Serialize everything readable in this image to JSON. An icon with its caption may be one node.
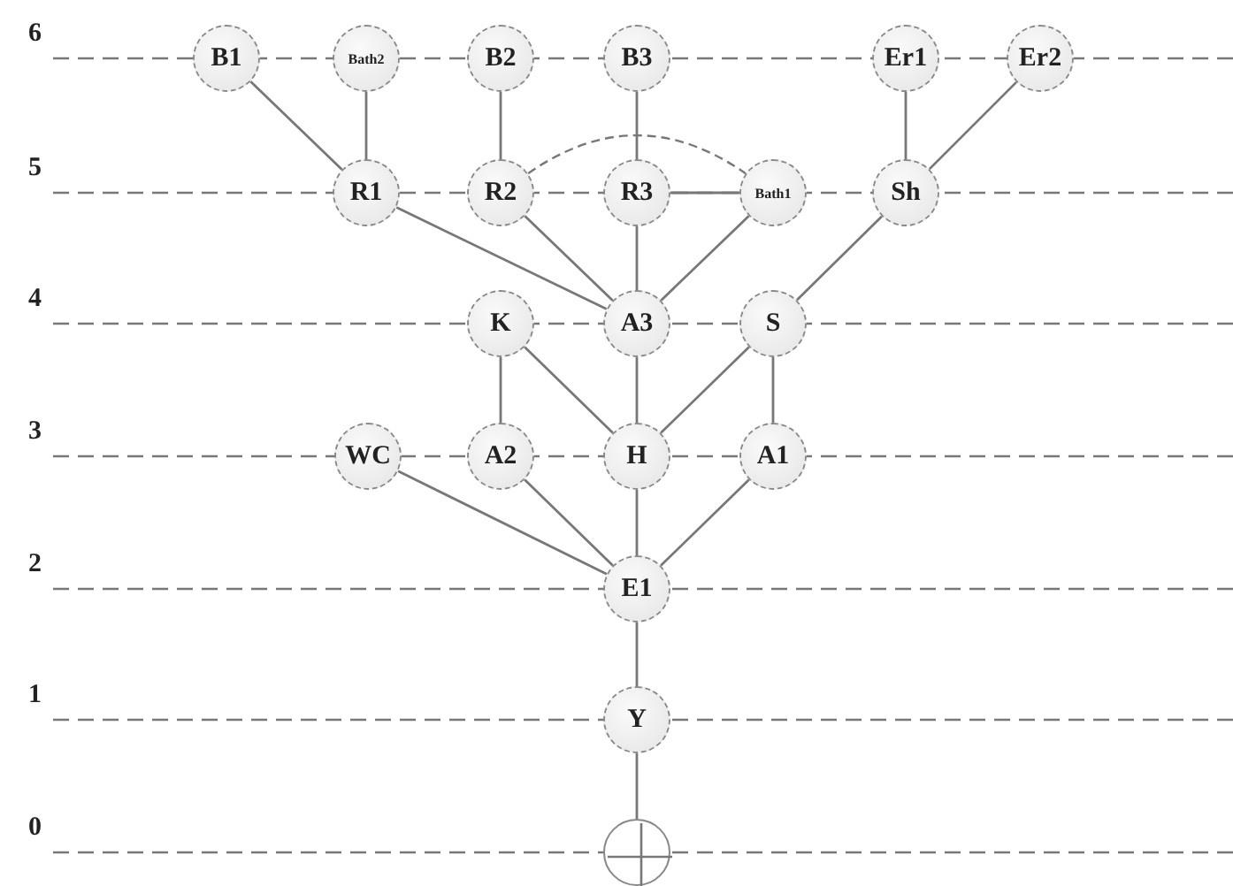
{
  "diagram": {
    "nodes": [
      {
        "text": [
          "B1"
        ]
      },
      {
        "text": [
          "Bath2"
        ]
      },
      {
        "text": [
          "B2"
        ]
      },
      {
        "text": [
          "B3"
        ]
      },
      {
        "text": [
          "Er1"
        ]
      },
      {
        "text": [
          "Er2"
        ]
      },
      {
        "text": [
          "R1"
        ]
      },
      {
        "text": [
          "R2"
        ]
      },
      {
        "text": [
          "R3"
        ]
      },
      {
        "text": [
          "Bath1"
        ]
      },
      {
        "text": [
          "Sh"
        ]
      },
      {
        "text": [
          "K"
        ]
      },
      {
        "text": [
          "A3"
        ]
      },
      {
        "text": [
          "S"
        ]
      },
      {
        "text": [
          "WC"
        ]
      },
      {
        "text": [
          "A2"
        ]
      },
      {
        "text": [
          "H"
        ]
      },
      {
        "text": [
          "A1"
        ]
      },
      {
        "text": [
          "E1"
        ]
      },
      {
        "text": [
          "Y"
        ]
      },
      {
        "text": [],
        "shape": "circle"
      }
    ],
    "edges": [
      {
        "from": 0,
        "to": 6,
        "arrow": "none"
      },
      {
        "from": 1,
        "to": 6,
        "arrow": "none"
      },
      {
        "from": 2,
        "to": 7,
        "arrow": "none"
      },
      {
        "from": 3,
        "to": 8,
        "arrow": "none"
      },
      {
        "from": 4,
        "to": 10,
        "arrow": "none"
      },
      {
        "from": 5,
        "to": 10,
        "arrow": "none"
      },
      {
        "from": 7,
        "to": 9,
        "arrow": "none",
        "style": "dashed"
      },
      {
        "from": 8,
        "to": 9,
        "arrow": "none"
      },
      {
        "from": 6,
        "to": 12,
        "arrow": "none"
      },
      {
        "from": 7,
        "to": 12,
        "arrow": "none"
      },
      {
        "from": 8,
        "to": 12,
        "arrow": "none"
      },
      {
        "from": 9,
        "to": 12,
        "arrow": "none"
      },
      {
        "from": 10,
        "to": 13,
        "arrow": "none"
      },
      {
        "from": 11,
        "to": 15,
        "arrow": "none"
      },
      {
        "from": 11,
        "to": 16,
        "arrow": "none"
      },
      {
        "from": 12,
        "to": 16,
        "arrow": "none"
      },
      {
        "from": 13,
        "to": 16,
        "arrow": "none"
      },
      {
        "from": 13,
        "to": 17,
        "arrow": "none"
      },
      {
        "from": 14,
        "to": 18,
        "arrow": "none"
      },
      {
        "from": 15,
        "to": 18,
        "arrow": "none"
      },
      {
        "from": 16,
        "to": 18,
        "arrow": "none"
      },
      {
        "from": 17,
        "to": 18,
        "arrow": "none"
      },
      {
        "from": 18,
        "to": 19,
        "arrow": "none"
      },
      {
        "from": 19,
        "to": 20,
        "arrow": "none"
      }
    ],
    "labels": [
      "6",
      "5",
      "4",
      "3",
      "2",
      "1",
      "0"
    ]
  }
}
